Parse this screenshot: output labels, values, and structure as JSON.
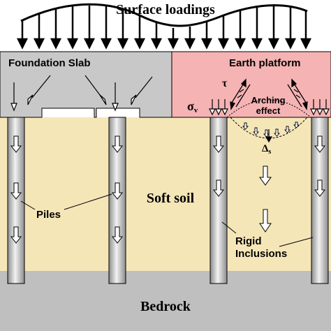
{
  "labels": {
    "surface_loadings": "Surface loadings",
    "foundation_slab": "Foundation Slab",
    "earth_platform": "Earth platform",
    "tau": "τ",
    "sigma_v": "σ",
    "sigma_v_sub": "v",
    "arching_effect_line1": "Arching",
    "arching_effect_line2": "effect",
    "delta_s": "Δ",
    "delta_s_sub": "s",
    "soft_soil": "Soft soil",
    "piles": "Piles",
    "rigid_inclusions_line1": "Rigid",
    "rigid_inclusions_line2": "Inclusions",
    "bedrock": "Bedrock"
  },
  "colors": {
    "slab": "#c8c8c8",
    "earth_platform": "#f5b3b3",
    "soft_soil": "#f5e6b8",
    "bedrock": "#bfbfbf",
    "pile": "#e0e0e0",
    "outline": "#000000"
  }
}
